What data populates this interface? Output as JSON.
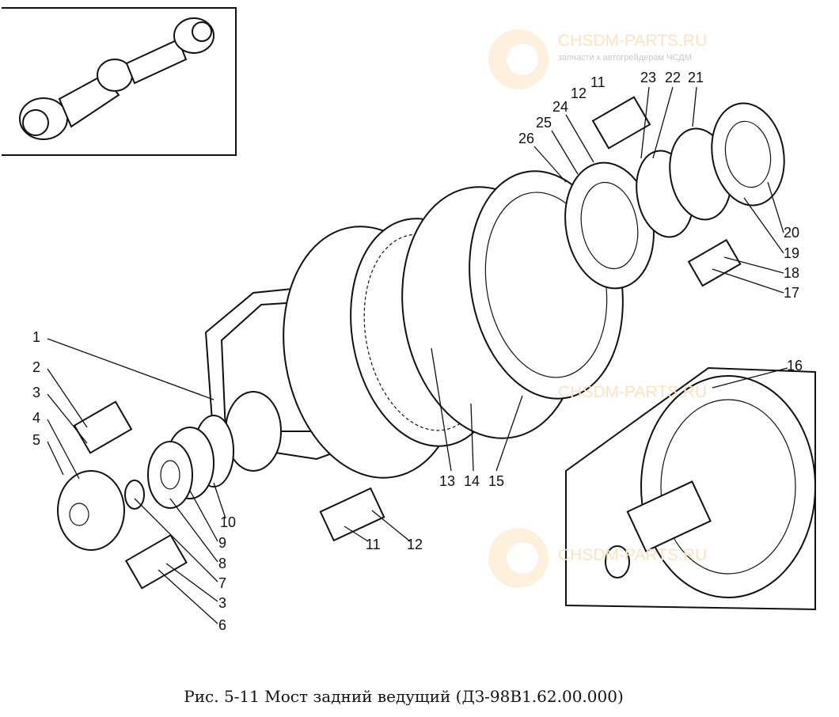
{
  "caption": "Рис. 5-11 Мост задний ведущий (ДЗ-98В1.62.00.000)",
  "watermark": {
    "brand": "CHSDM-PARTS.RU",
    "tagline": "запчасти к автогрейдерам ЧСДМ",
    "color": "#fbe3bf"
  },
  "labels": {
    "p1": "1",
    "p2": "2",
    "p3a": "3",
    "p4": "4",
    "p5": "5",
    "p6": "6",
    "p3b": "3",
    "p7": "7",
    "p8": "8",
    "p9": "9",
    "p10": "10",
    "p11a": "11",
    "p12a": "12",
    "p13": "13",
    "p14": "14",
    "p15": "15",
    "p16": "16",
    "p17": "17",
    "p18": "18",
    "p19": "19",
    "p20": "20",
    "p21": "21",
    "p22": "22",
    "p23": "23",
    "p24": "24",
    "p25": "25",
    "p26": "26",
    "p12b": "12",
    "p11b": "11"
  }
}
